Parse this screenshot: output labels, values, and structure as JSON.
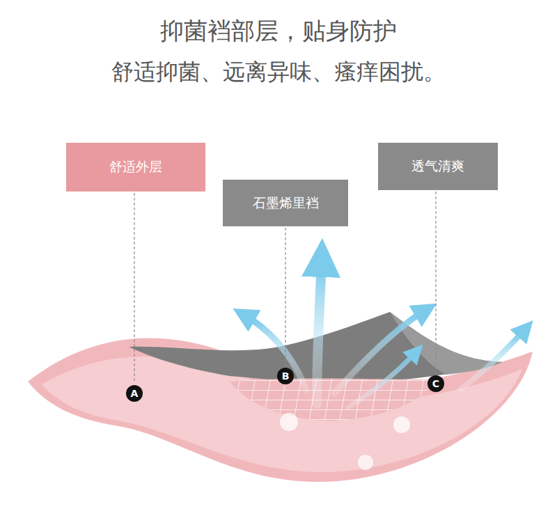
{
  "diagram": {
    "title": "抑菌裆部层，贴身防护",
    "caption": "舒适抑菌、远离异味、瘙痒困扰。",
    "nodes": [
      {
        "text": [
          "舒适外层"
        ]
      },
      {
        "text": [
          "石墨烯里裆"
        ]
      },
      {
        "text": [
          "透气清爽"
        ]
      },
      {
        "text": [
          "A"
        ]
      },
      {
        "text": [
          "B"
        ]
      },
      {
        "text": [
          "C"
        ]
      }
    ],
    "edges": [
      {
        "from": 0,
        "to": 3,
        "arrow": "none"
      },
      {
        "from": 1,
        "to": 4,
        "arrow": "none"
      },
      {
        "from": 2,
        "to": 5,
        "arrow": "none"
      }
    ]
  }
}
